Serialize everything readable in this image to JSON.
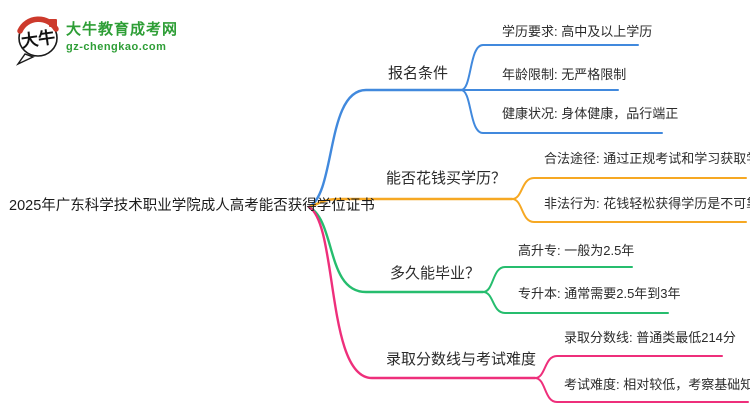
{
  "logo": {
    "badge_text": "大牛",
    "site_name": "大牛教育成考网",
    "site_url": "gz-chengkao.com",
    "brand_green": "#2e9e36",
    "brand_red": "#cd3a2c"
  },
  "root": {
    "title": "2025年广东科学技术职业学院成人高考能否获得学位证书"
  },
  "branches": [
    {
      "label": "报名条件",
      "color": "#4189dd",
      "children": [
        "学历要求: 高中及以上学历",
        "年龄限制: 无严格限制",
        "健康状况: 身体健康，品行端正"
      ]
    },
    {
      "label": "能否花钱买学历？",
      "color": "#f6a823",
      "children": [
        "合法途径: 通过正规考试和学习获取学历",
        "非法行为: 花钱轻松获得学历是不可靠的"
      ]
    },
    {
      "label": "多久能毕业？",
      "color": "#26bd6e",
      "children": [
        "高升专: 一般为2.5年",
        "专升本: 通常需要2.5年到3年"
      ]
    },
    {
      "label": "录取分数线与考试难度",
      "color": "#ee2f7b",
      "children": [
        "录取分数线: 普通类最低214分",
        "考试难度: 相对较低，考察基础知识"
      ]
    }
  ]
}
